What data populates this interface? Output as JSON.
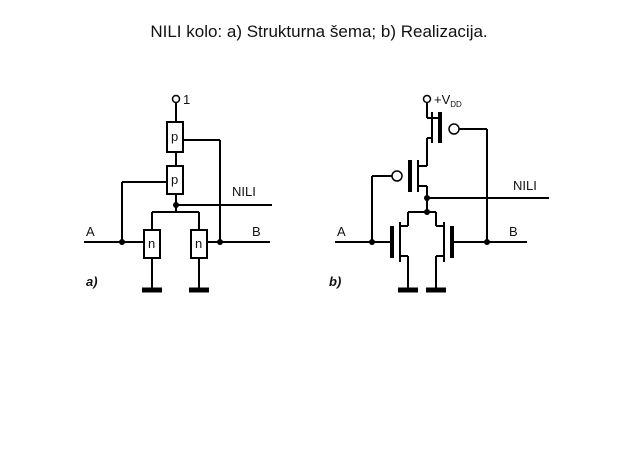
{
  "title": "NILI kolo: a) Strukturna šema; b) Realizacija.",
  "part_a": {
    "caption": "a)",
    "supply_label": "1",
    "output_label": "NILI",
    "input_a_label": "A",
    "input_b_label": "B",
    "pmos_top_label": "p",
    "pmos_bottom_label": "p",
    "nmos_left_label": "n",
    "nmos_right_label": "n"
  },
  "part_b": {
    "caption": "b)",
    "supply_label": "+V",
    "supply_subscript": "DD",
    "output_label": "NILI",
    "input_a_label": "A",
    "input_b_label": "B"
  }
}
